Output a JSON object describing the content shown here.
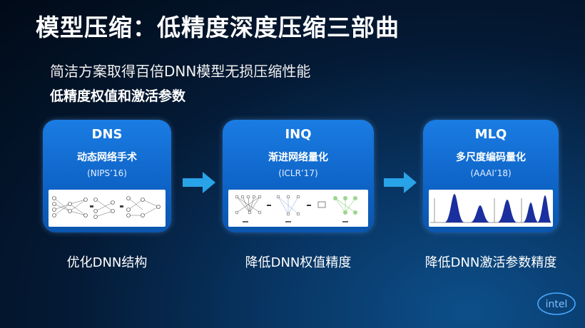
{
  "title": "模型压缩：低精度深度压缩三部曲",
  "subtitle": "简洁方案取得百倍DNN模型无损压缩性能",
  "emphasis": "低精度权值和激活参数",
  "cards": [
    {
      "name": "DNS",
      "desc": "动态网络手术",
      "ref": "(NIPS’16)",
      "caption": "优化DNN结构"
    },
    {
      "name": "INQ",
      "desc": "渐进网络量化",
      "ref": "(ICLR’17)",
      "caption": "降低DNN权值精度"
    },
    {
      "name": "MLQ",
      "desc": "多尺度编码量化",
      "ref": "(AAAI’18)",
      "caption": "降低DNN激活参数精度"
    }
  ],
  "logo_text": "intel",
  "colors": {
    "card": "#1270d6",
    "arrow": "#29a3e8",
    "background": "#041a35"
  }
}
